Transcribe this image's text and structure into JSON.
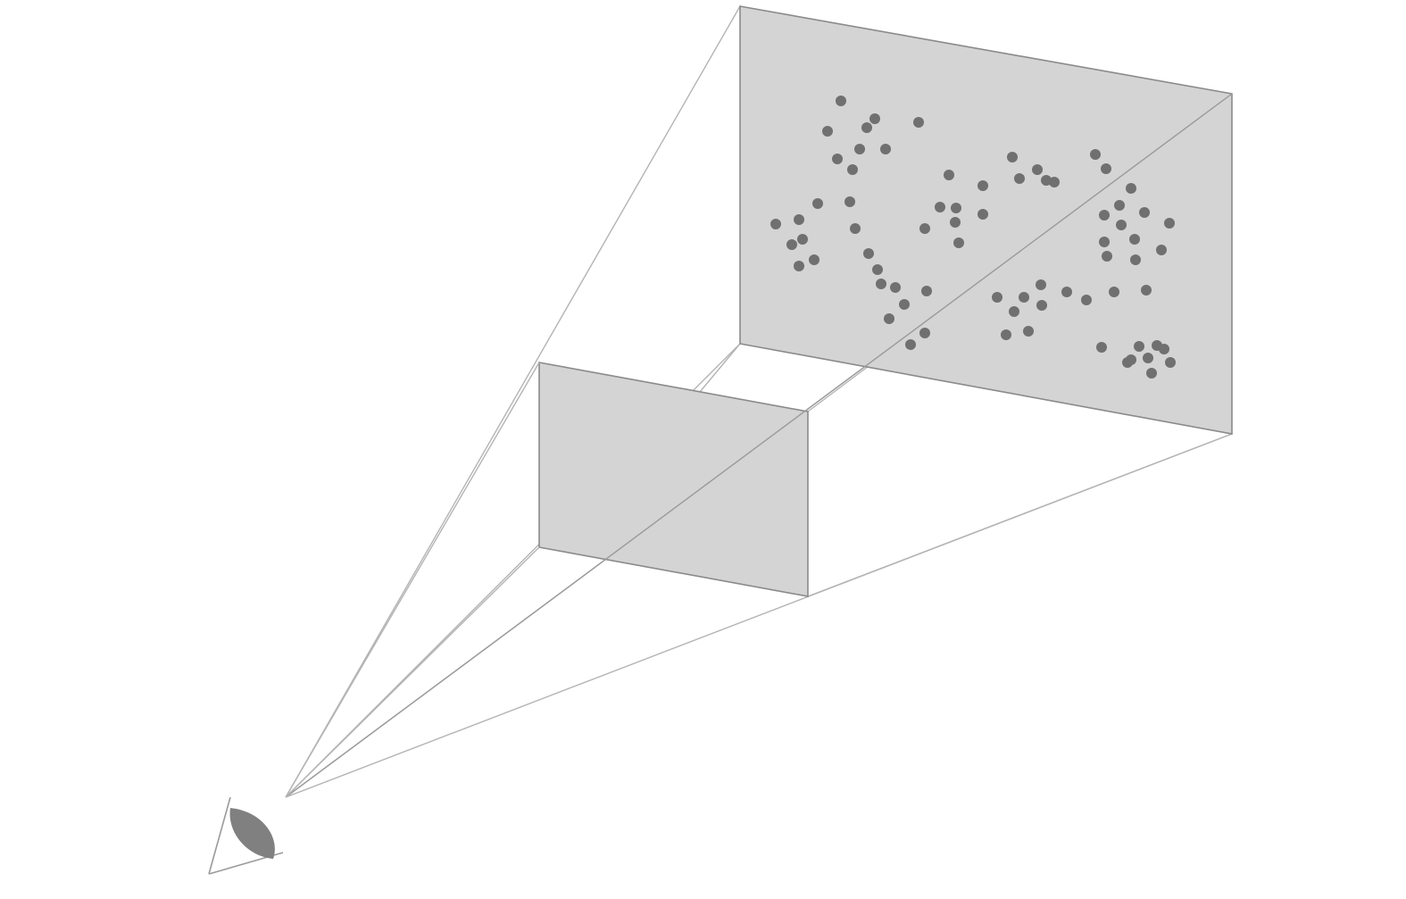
{
  "diagram": {
    "kind": "perspective-projection",
    "colors": {
      "background": "#ffffff",
      "plane_fill": "#d4d4d4",
      "plane_edge": "#8a8a8a",
      "sight_line": "#b4b4b4",
      "dot": "#707070",
      "eye": "#808080"
    },
    "elements": [
      "eye-icon",
      "near-plane",
      "far-plane",
      "sight-lines",
      "dot-pattern"
    ]
  }
}
